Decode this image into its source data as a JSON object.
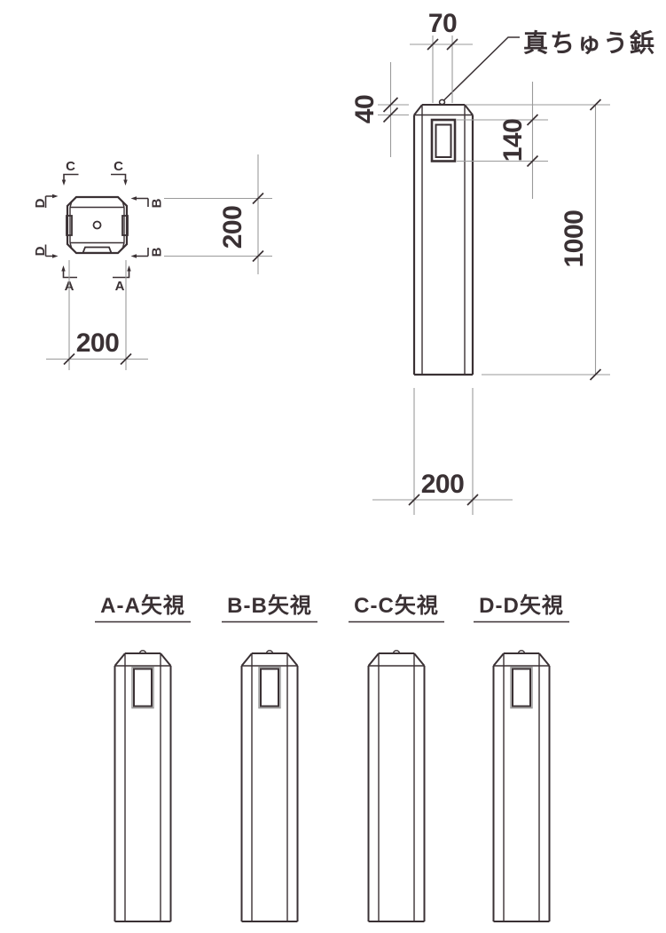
{
  "annotation": {
    "brass_rivet_label": "真ちゅう鋲"
  },
  "dims": {
    "top_width": "70",
    "cap_height": "40",
    "plate_height": "140",
    "overall_height": "1000",
    "base_width": "200",
    "plan_width": "200",
    "plan_depth": "200"
  },
  "sections": {
    "a": "A",
    "b": "B",
    "c": "C",
    "d": "D"
  },
  "views": [
    {
      "label": "A-A矢視"
    },
    {
      "label": "B-B矢視"
    },
    {
      "label": "C-C矢視"
    },
    {
      "label": "D-D矢視"
    }
  ],
  "colors": {
    "ink": "#3a3134",
    "dim_line": "#9a9a9a"
  }
}
